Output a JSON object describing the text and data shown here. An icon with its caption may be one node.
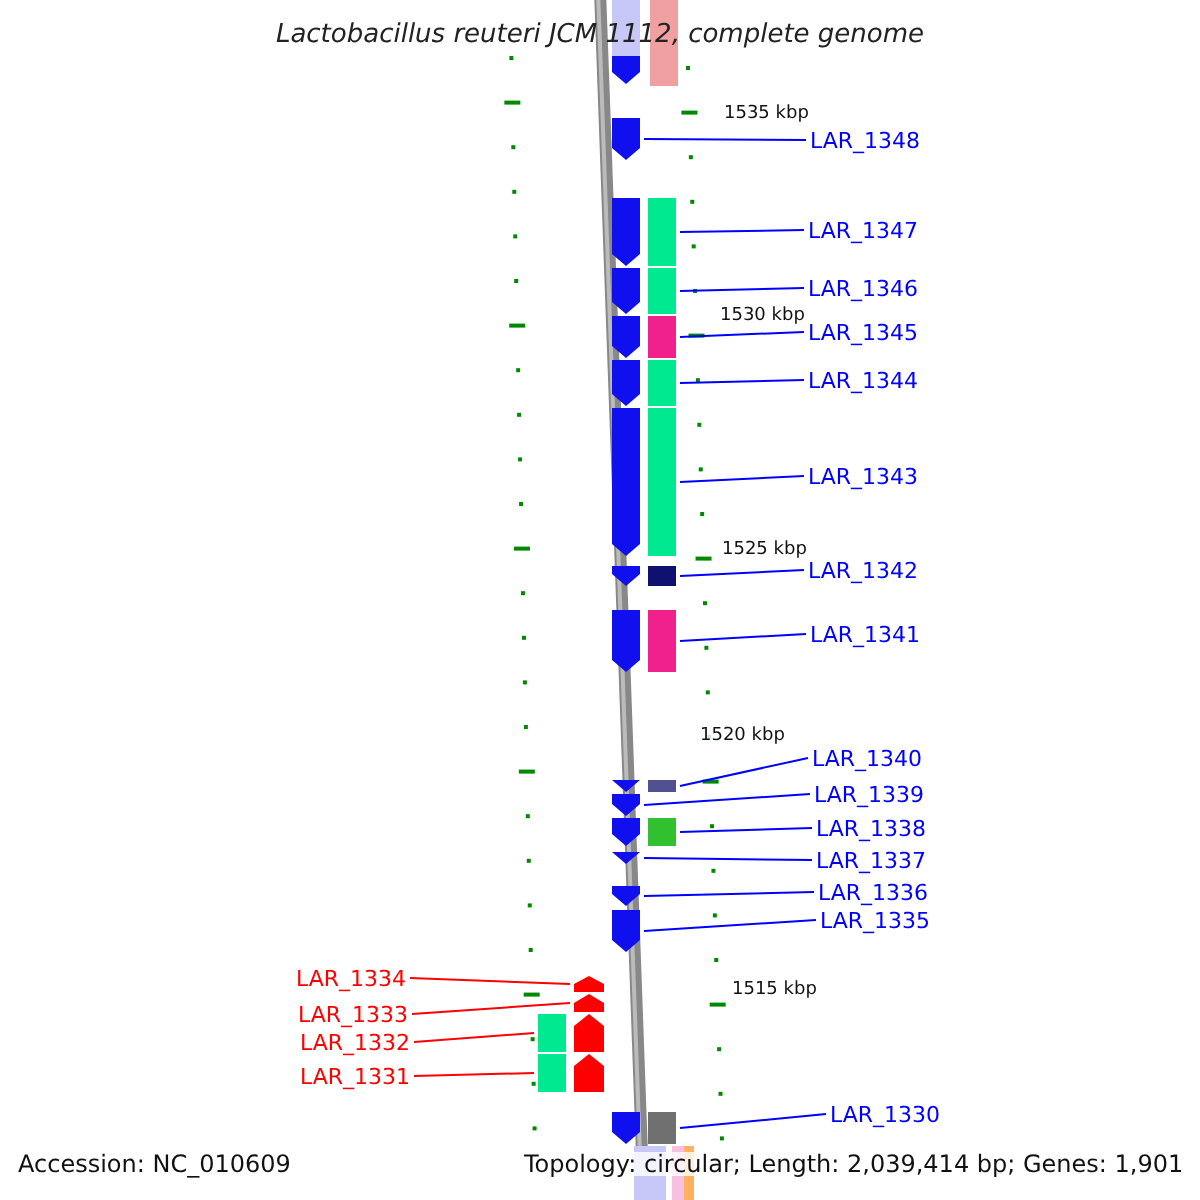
{
  "diagram": {
    "title": "Lactobacillus reuteri JCM 1112, complete genome",
    "nodes": [
      {
        "text": [
          "LAR_1348"
        ]
      },
      {
        "text": [
          "LAR_1347"
        ]
      },
      {
        "text": [
          "LAR_1346"
        ]
      },
      {
        "text": [
          "LAR_1345"
        ]
      },
      {
        "text": [
          "LAR_1344"
        ]
      },
      {
        "text": [
          "LAR_1343"
        ]
      },
      {
        "text": [
          "LAR_1342"
        ]
      },
      {
        "text": [
          "LAR_1341"
        ]
      },
      {
        "text": [
          "LAR_1340"
        ]
      },
      {
        "text": [
          "LAR_1339"
        ]
      },
      {
        "text": [
          "LAR_1338"
        ]
      },
      {
        "text": [
          "LAR_1337"
        ]
      },
      {
        "text": [
          "LAR_1336"
        ]
      },
      {
        "text": [
          "LAR_1335"
        ]
      },
      {
        "text": [
          "LAR_1334"
        ]
      },
      {
        "text": [
          "LAR_1333"
        ]
      },
      {
        "text": [
          "LAR_1332"
        ]
      },
      {
        "text": [
          "LAR_1331"
        ]
      },
      {
        "text": [
          "LAR_1330"
        ]
      },
      {
        "text": [],
        "shape": "arrow"
      },
      {
        "text": [],
        "shape": "arrow"
      },
      {
        "text": [],
        "shape": "arrow"
      },
      {
        "text": [],
        "shape": "arrow"
      },
      {
        "text": [],
        "shape": "arrow"
      },
      {
        "text": [],
        "shape": "arrow"
      },
      {
        "text": [],
        "shape": "arrow"
      },
      {
        "text": [],
        "shape": "arrow"
      },
      {
        "text": [],
        "shape": "arrow"
      },
      {
        "text": [],
        "shape": "arrow"
      },
      {
        "text": [],
        "shape": "arrow"
      },
      {
        "text": [],
        "shape": "arrow"
      },
      {
        "text": [],
        "shape": "arrow"
      },
      {
        "text": [],
        "shape": "arrow"
      },
      {
        "text": [],
        "shape": "arrow"
      },
      {
        "text": [],
        "shape": "arrow"
      },
      {
        "text": [],
        "shape": "arrow"
      },
      {
        "text": [],
        "shape": "arrow"
      },
      {
        "text": [],
        "shape": "arrow"
      }
    ],
    "edges": [
      {
        "from": 0,
        "to": 19,
        "arrow": "none"
      },
      {
        "from": 1,
        "to": 20,
        "arrow": "none"
      },
      {
        "from": 2,
        "to": 21,
        "arrow": "none"
      },
      {
        "from": 3,
        "to": 22,
        "arrow": "none"
      },
      {
        "from": 4,
        "to": 23,
        "arrow": "none"
      },
      {
        "from": 5,
        "to": 24,
        "arrow": "none"
      },
      {
        "from": 6,
        "to": 25,
        "arrow": "none"
      },
      {
        "from": 7,
        "to": 26,
        "arrow": "none"
      },
      {
        "from": 8,
        "to": 27,
        "arrow": "none"
      },
      {
        "from": 9,
        "to": 28,
        "arrow": "none"
      },
      {
        "from": 10,
        "to": 29,
        "arrow": "none"
      },
      {
        "from": 11,
        "to": 30,
        "arrow": "none"
      },
      {
        "from": 12,
        "to": 31,
        "arrow": "none"
      },
      {
        "from": 13,
        "to": 32,
        "arrow": "none"
      },
      {
        "from": 14,
        "to": 33,
        "arrow": "none",
        "color": "#ff0000"
      },
      {
        "from": 15,
        "to": 34,
        "arrow": "none",
        "color": "#ff0000"
      },
      {
        "from": 16,
        "to": 35,
        "arrow": "none",
        "color": "#ff0000"
      },
      {
        "from": 17,
        "to": 36,
        "arrow": "none",
        "color": "#ff0000"
      },
      {
        "from": 18,
        "to": 37,
        "arrow": "none"
      }
    ],
    "labels": [
      "1535 kbp",
      "1530 kbp",
      "1525 kbp",
      "1520 kbp",
      "1515 kbp",
      "Accession: NC_010609",
      "Topology: circular; Length: 2,039,414 bp; Genes: 1,901"
    ]
  }
}
